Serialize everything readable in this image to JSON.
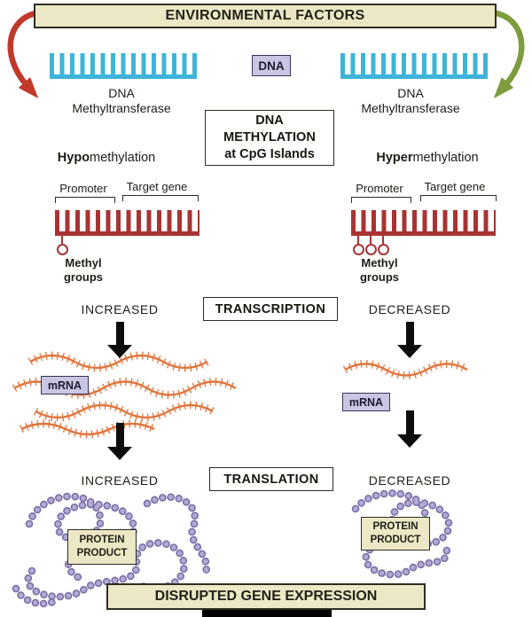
{
  "banners": {
    "top": "ENVIRONMENTAL FACTORS",
    "bottom": "DISRUPTED GENE EXPRESSION"
  },
  "dna": {
    "chip": "DNA",
    "enzyme_line1": "DNA",
    "enzyme_line2": "Methyltransferase"
  },
  "methylation_box": {
    "line1": "DNA",
    "line2": "METHYLATION",
    "line3": "at CpG Islands"
  },
  "center": {
    "transcription": "TRANSCRIPTION",
    "translation": "TRANSLATION"
  },
  "left": {
    "methylation_prefix": "Hypo",
    "methylation_rest": "methylation",
    "promoter": "Promoter",
    "target_gene": "Target gene",
    "methyl_groups": "Methyl groups",
    "transcription_level": "INCREASED",
    "mrna": "mRNA",
    "translation_level": "INCREASED",
    "protein_product": "PROTEIN PRODUCT"
  },
  "right": {
    "methylation_prefix": "Hyper",
    "methylation_rest": "methylation",
    "promoter": "Promoter",
    "target_gene": "Target gene",
    "methyl_groups": "Methyl groups",
    "transcription_level": "DECREASED",
    "mrna": "mRNA",
    "translation_level": "DECREASED",
    "protein_product": "PROTEIN PRODUCT"
  },
  "colors": {
    "banner_bg": "#ece7c4",
    "banner_border": "#2e2e1e",
    "dna_comb": "#3fb4da",
    "gene_comb": "#a93333",
    "arrow_red": "#bf3a2b",
    "arrow_green": "#7d9c3c",
    "chip_bg": "#c9c6e4",
    "mrna": "#e0763e",
    "protein_dark": "#7a6fa8",
    "protein_light": "#b2aad4"
  }
}
